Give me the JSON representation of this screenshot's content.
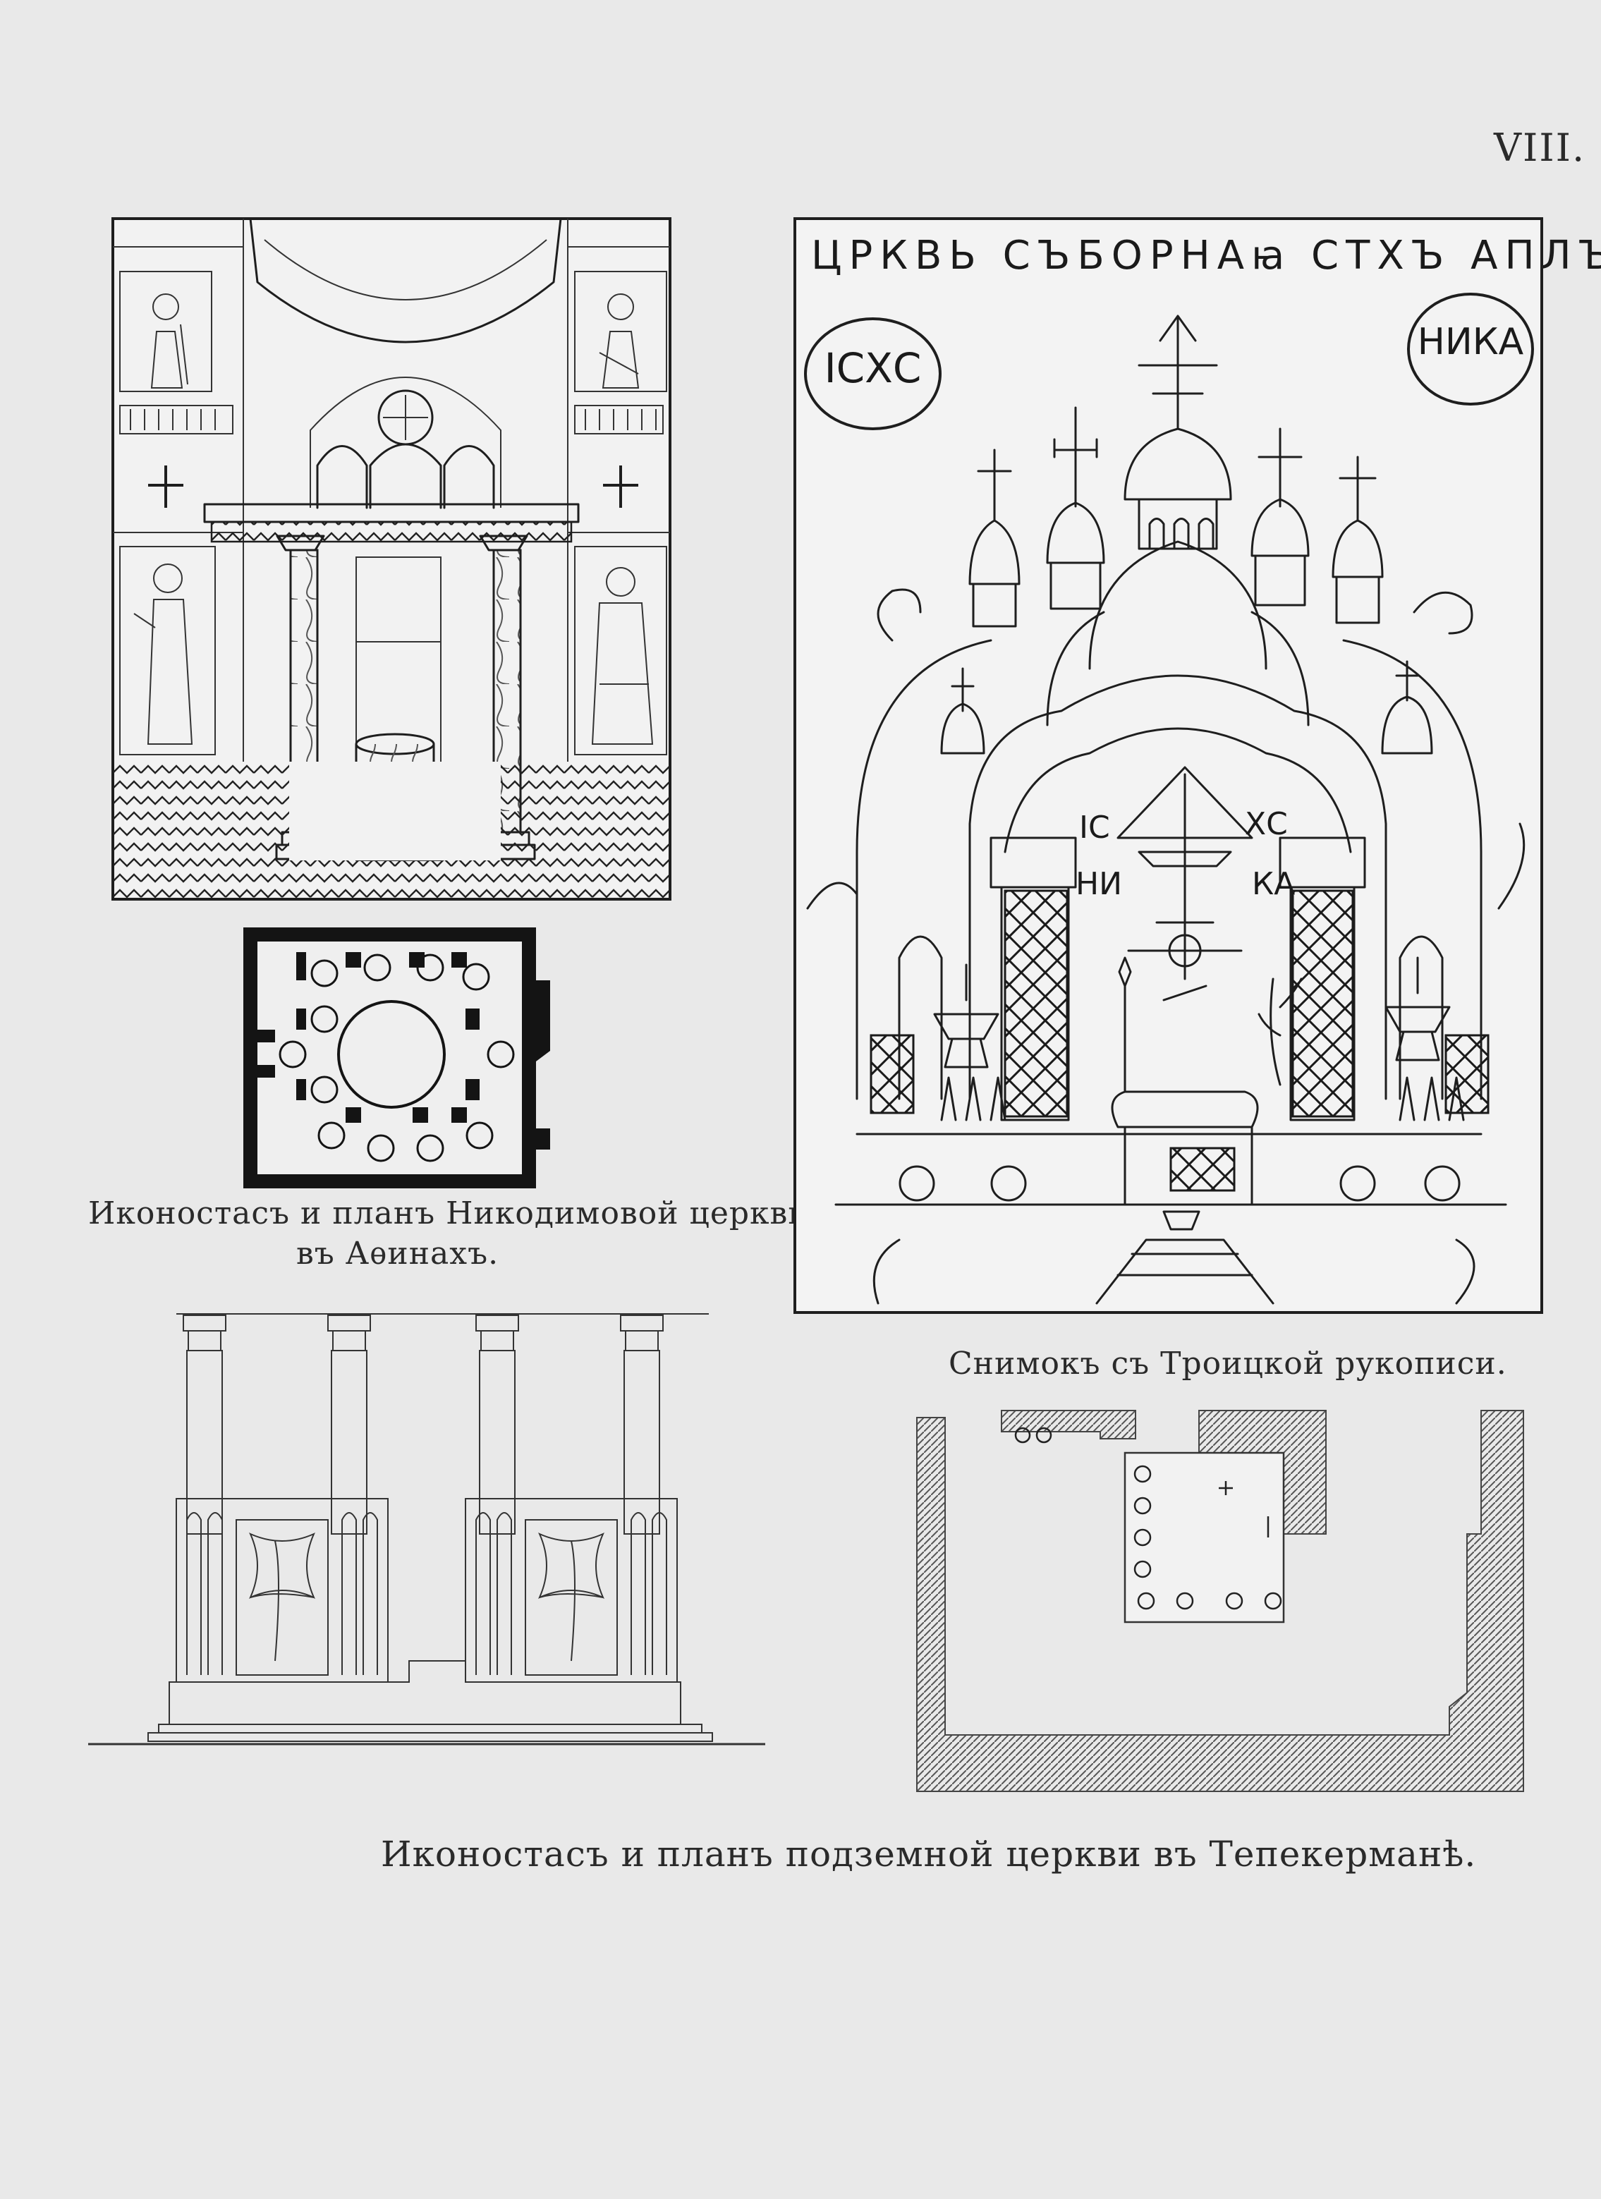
{
  "plate_number": "VIII.",
  "figure1": {
    "caption_line1": "Иконостасъ и планъ Никодимовой церкви",
    "caption_line2": "въ Аѳинахъ."
  },
  "figure2": {
    "caption": "Снимокъ съ Троицкой рукописи.",
    "manuscript_title": "ЦРКВЬ СЪБОРНАꙗ СТХЪ АПЛЪ",
    "medallion_left": "ІСХС",
    "medallion_right": "НИКА",
    "cross_label_ic": "ІС",
    "cross_label_xc": "ХС",
    "cross_label_ni": "НИ",
    "cross_label_ka": "КА"
  },
  "figure3": {
    "caption": "Иконостасъ и планъ подземной церкви въ Тепекерманѣ."
  }
}
